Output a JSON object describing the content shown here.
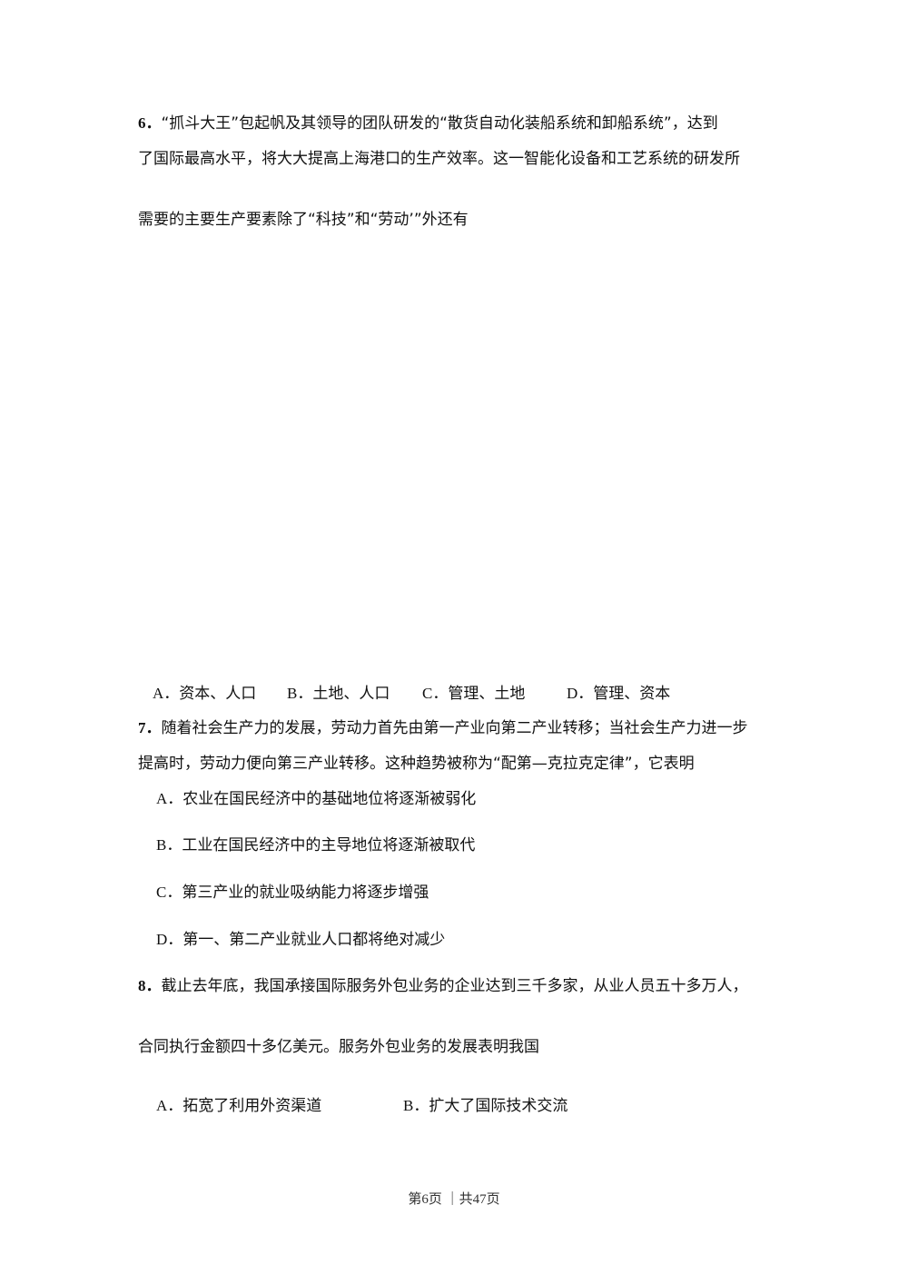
{
  "questions": [
    {
      "number": "6．",
      "lines": [
        "“抓斗大王”包起帆及其领导的团队研发的“散货自动化装船系统和卸船系统”，达到",
        "了国际最高水平，将大大提高上海港口的生产效率。这一智能化设备和工艺系统的研发所",
        "需要的主要生产要素除了“科技”和“劳动’”外还有"
      ],
      "options": [
        {
          "letter": "A．",
          "text": "资本、人口"
        },
        {
          "letter": "B．",
          "text": "土地、人口"
        },
        {
          "letter": "C．",
          "text": "管理、土地"
        },
        {
          "letter": "D．",
          "text": "管理、资本"
        }
      ]
    },
    {
      "number": "7．",
      "lines": [
        "随着社会生产力的发展，劳动力首先由第一产业向第二产业转移；当社会生产力进一步",
        "提高时，劳动力便向第三产业转移。这种趋势被称为“配第—克拉克定律”，它表明"
      ],
      "options": [
        {
          "letter": "A．",
          "text": "农业在国民经济中的基础地位将逐渐被弱化"
        },
        {
          "letter": "B．",
          "text": "工业在国民经济中的主导地位将逐渐被取代"
        },
        {
          "letter": "C．",
          "text": "第三产业的就业吸纳能力将逐步增强"
        },
        {
          "letter": "D．",
          "text": "第一、第二产业就业人口都将绝对减少"
        }
      ]
    },
    {
      "number": "8．",
      "lines": [
        "截止去年底，我国承接国际服务外包业务的企业达到三千多家，从业人员五十多万人，",
        "合同执行金额四十多亿美元。服务外包业务的发展表明我国"
      ],
      "options": [
        {
          "letter": "A．",
          "text": "拓宽了利用外资渠道"
        },
        {
          "letter": "B．",
          "text": "扩大了国际技术交流"
        }
      ]
    }
  ],
  "footer": {
    "text": "第6页 ｜共47页"
  }
}
